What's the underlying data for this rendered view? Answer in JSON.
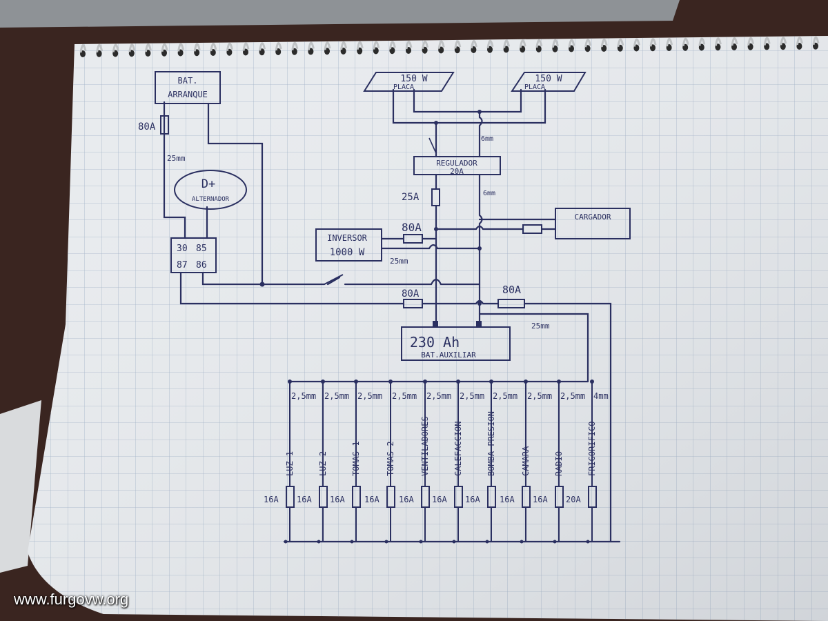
{
  "watermark": "www.furgovw.org",
  "colors": {
    "ink": "#2a2f60",
    "paper": "#e9ecef",
    "grid": "#9fb0c6"
  },
  "components": {
    "bat_arranque": [
      "BAT.",
      "ARRANQUE"
    ],
    "placa_left": {
      "power": "150 W",
      "name": "PLACA"
    },
    "placa_right": {
      "power": "150 W",
      "name": "PLACA"
    },
    "regulador": [
      "REGULADOR",
      "20A"
    ],
    "alternador": [
      "D+",
      "ALTERNADOR"
    ],
    "relay": [
      "30",
      "85",
      "87",
      "86"
    ],
    "inversor": [
      "INVERSOR",
      "1000 W"
    ],
    "cargador": "CARGADOR",
    "bat_auxiliar": [
      "230 Ah",
      "BAT.AUXILIAR"
    ]
  },
  "labels": {
    "fuse_80a_start": "80A",
    "cable_25_start": "25mm",
    "cable_6_top": "6mm",
    "fuse_25a": "25A",
    "cable_6_mid": "6mm",
    "fuse_80a_inv": "80A",
    "cable_25_inv": "25mm",
    "fuse_80a_right": "80A",
    "fuse_80a_bottom": "80A",
    "cable_25_right": "25mm"
  },
  "circuits": [
    {
      "name": "LUZ 1",
      "cable": "2,5mm",
      "fuse": "16A"
    },
    {
      "name": "LUZ 2",
      "cable": "2,5mm",
      "fuse": "16A"
    },
    {
      "name": "TOMAS 1",
      "cable": "2,5mm",
      "fuse": "16A"
    },
    {
      "name": "TOMAS 2",
      "cable": "2,5mm",
      "fuse": "16A"
    },
    {
      "name": "VENTILADORES",
      "cable": "2,5mm",
      "fuse": "16A"
    },
    {
      "name": "CALEFACCION",
      "cable": "2,5mm",
      "fuse": "16A"
    },
    {
      "name": "BOMBA PRESION",
      "cable": "2,5mm",
      "fuse": "16A"
    },
    {
      "name": "CAMARA",
      "cable": "2,5mm",
      "fuse": "16A"
    },
    {
      "name": "RADIO",
      "cable": "2,5mm",
      "fuse": "16A"
    },
    {
      "name": "FRIGORIFICO",
      "cable": "4mm",
      "fuse": "20A"
    }
  ]
}
